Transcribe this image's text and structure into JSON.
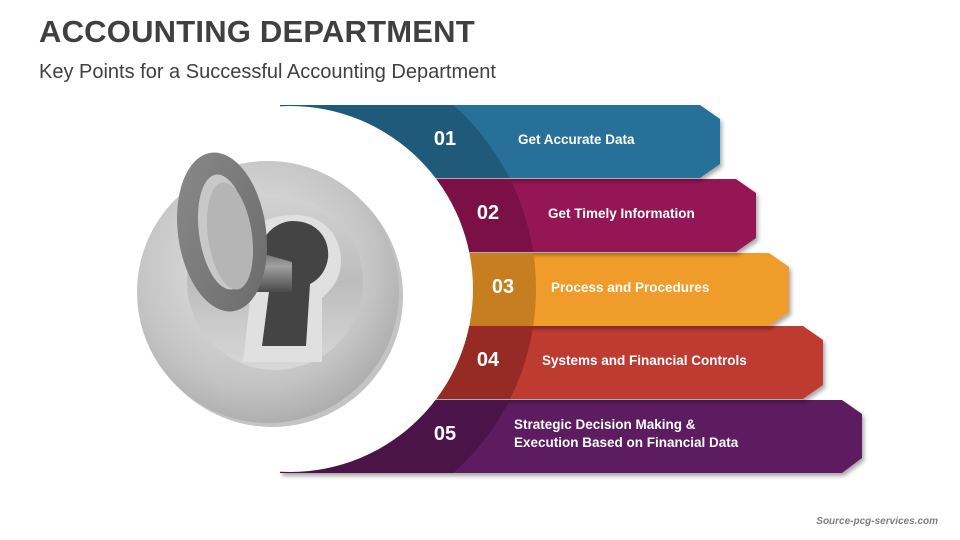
{
  "header": {
    "title": "ACCOUNTING DEPARTMENT",
    "subtitle": "Key Points for a Successful Accounting Department"
  },
  "center_icon": "key-in-keyhole-icon",
  "steps": [
    {
      "number": "01",
      "label": "Get Accurate Data",
      "color": "#27709A",
      "inner_color": "#1F5A7A"
    },
    {
      "number": "02",
      "label": "Get Timely Information",
      "color": "#951654",
      "inner_color": "#7A1046"
    },
    {
      "number": "03",
      "label": "Process and Procedures",
      "color": "#F09C2C",
      "inner_color": "#C77E20"
    },
    {
      "number": "04",
      "label": "Systems and Financial Controls",
      "color": "#BE3B30",
      "inner_color": "#962A25"
    },
    {
      "number": "05",
      "label": "Strategic Decision Making &",
      "label_line2": "Execution Based on Financial Data",
      "color": "#5B1A5E",
      "inner_color": "#4A1448"
    }
  ],
  "footer": {
    "source": "Source-pcg-services.com"
  }
}
